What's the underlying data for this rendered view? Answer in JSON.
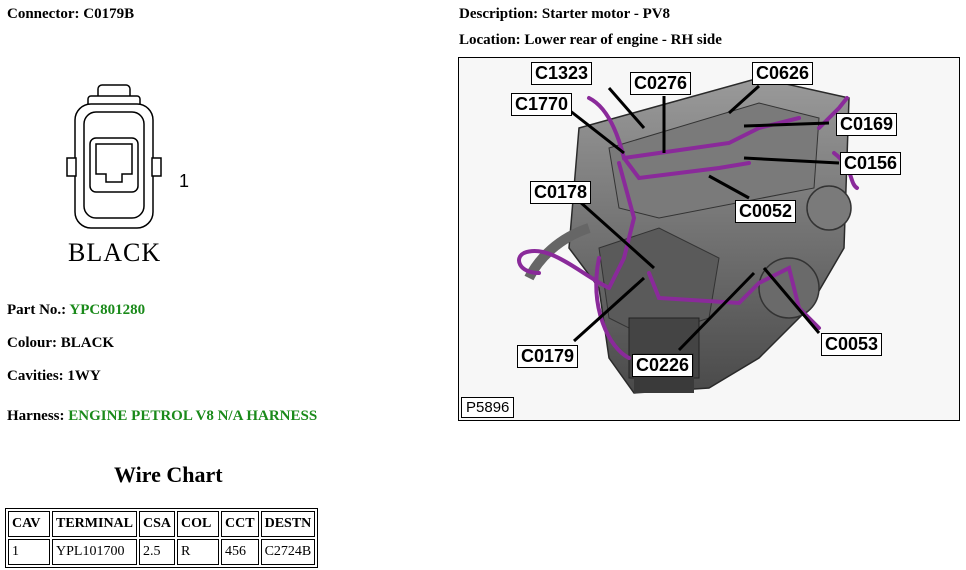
{
  "connector": {
    "label": "Connector:",
    "value": "C0179B"
  },
  "description": {
    "label": "Description:",
    "value": "Starter motor - PV8"
  },
  "location": {
    "label": "Location:",
    "value": "Lower rear of engine - RH side"
  },
  "drawing": {
    "pin_number": "1",
    "colour_caption": "BLACK"
  },
  "details": {
    "part_no_label": "Part No.:",
    "part_no_value": "YPC801280",
    "colour_label": "Colour:",
    "colour_value": "BLACK",
    "cavities_label": "Cavities:",
    "cavities_value": "1WY",
    "harness_label": "Harness:",
    "harness_value": "ENGINE PETROL V8 N/A HARNESS"
  },
  "wire_chart": {
    "title": "Wire Chart",
    "headers": [
      "CAV",
      "TERMINAL",
      "CSA",
      "COL",
      "CCT",
      "DESTN"
    ],
    "rows": [
      [
        "1",
        "YPL101700",
        "2.5",
        "R",
        "456",
        "C2724B"
      ]
    ]
  },
  "engine_image": {
    "ref": "P5896",
    "callouts": [
      "C1323",
      "C0276",
      "C0626",
      "C1770",
      "C0169",
      "C0156",
      "C0178",
      "C0052",
      "C0179",
      "C0226",
      "C0053"
    ]
  },
  "colors": {
    "link_green": "#1a8a1a",
    "harness_purple": "#8a2a9a"
  }
}
